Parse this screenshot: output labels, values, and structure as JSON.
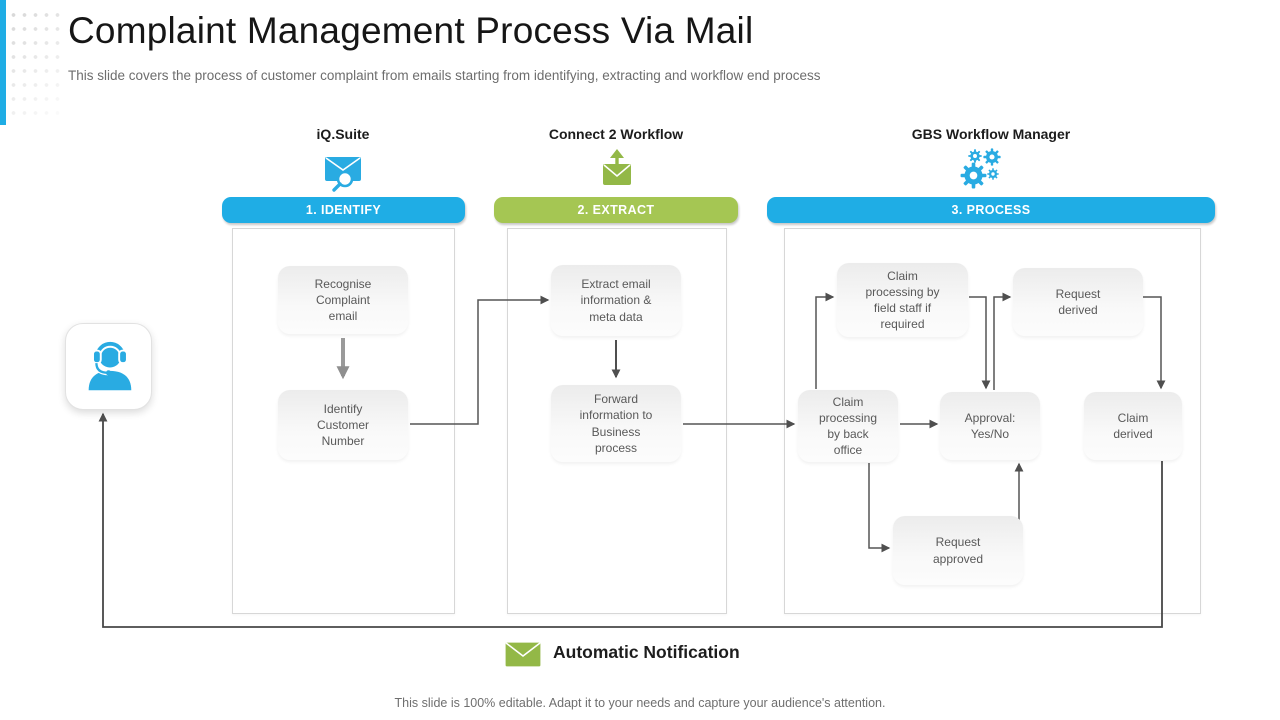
{
  "slide": {
    "title": "Complaint Management Process Via Mail",
    "subtitle": "This slide covers the process of customer complaint from emails starting from identifying, extracting and workflow end process",
    "footer": "This slide is 100% editable. Adapt it to your needs and capture your audience's attention."
  },
  "colors": {
    "cyan": "#1fade5",
    "green": "#a5c653",
    "icon_green": "#93b847",
    "icon_cyan": "#29abe2"
  },
  "columns": [
    {
      "tool": "iQ.Suite",
      "icon": "mail-search-icon",
      "stage": "1. IDENTIFY"
    },
    {
      "tool": "Connect 2 Workflow",
      "icon": "mail-upload-icon",
      "stage": "2. EXTRACT"
    },
    {
      "tool": "GBS Workflow Manager",
      "icon": "gears-icon",
      "stage": "3. PROCESS"
    }
  ],
  "nodes": {
    "recognise": "Recognise\nComplaint\nemail",
    "identify": "Identify\nCustomer\nNumber",
    "extract": "Extract email\ninformation &\nmeta data",
    "forward": "Forward\ninformation to\nBusiness\nprocess",
    "field_staff": "Claim\nprocessing by\nfield staff if\nrequired",
    "request_derived": "Request\nderived",
    "back_office": "Claim\nprocessing\nby back\noffice",
    "approval": "Approval:\nYes/No",
    "claim_derived": "Claim\nderived",
    "request_approved": "Request\napproved"
  },
  "notification": {
    "label": "Automatic Notification",
    "icon": "mail-icon"
  },
  "actor": {
    "icon": "support-agent-icon"
  }
}
